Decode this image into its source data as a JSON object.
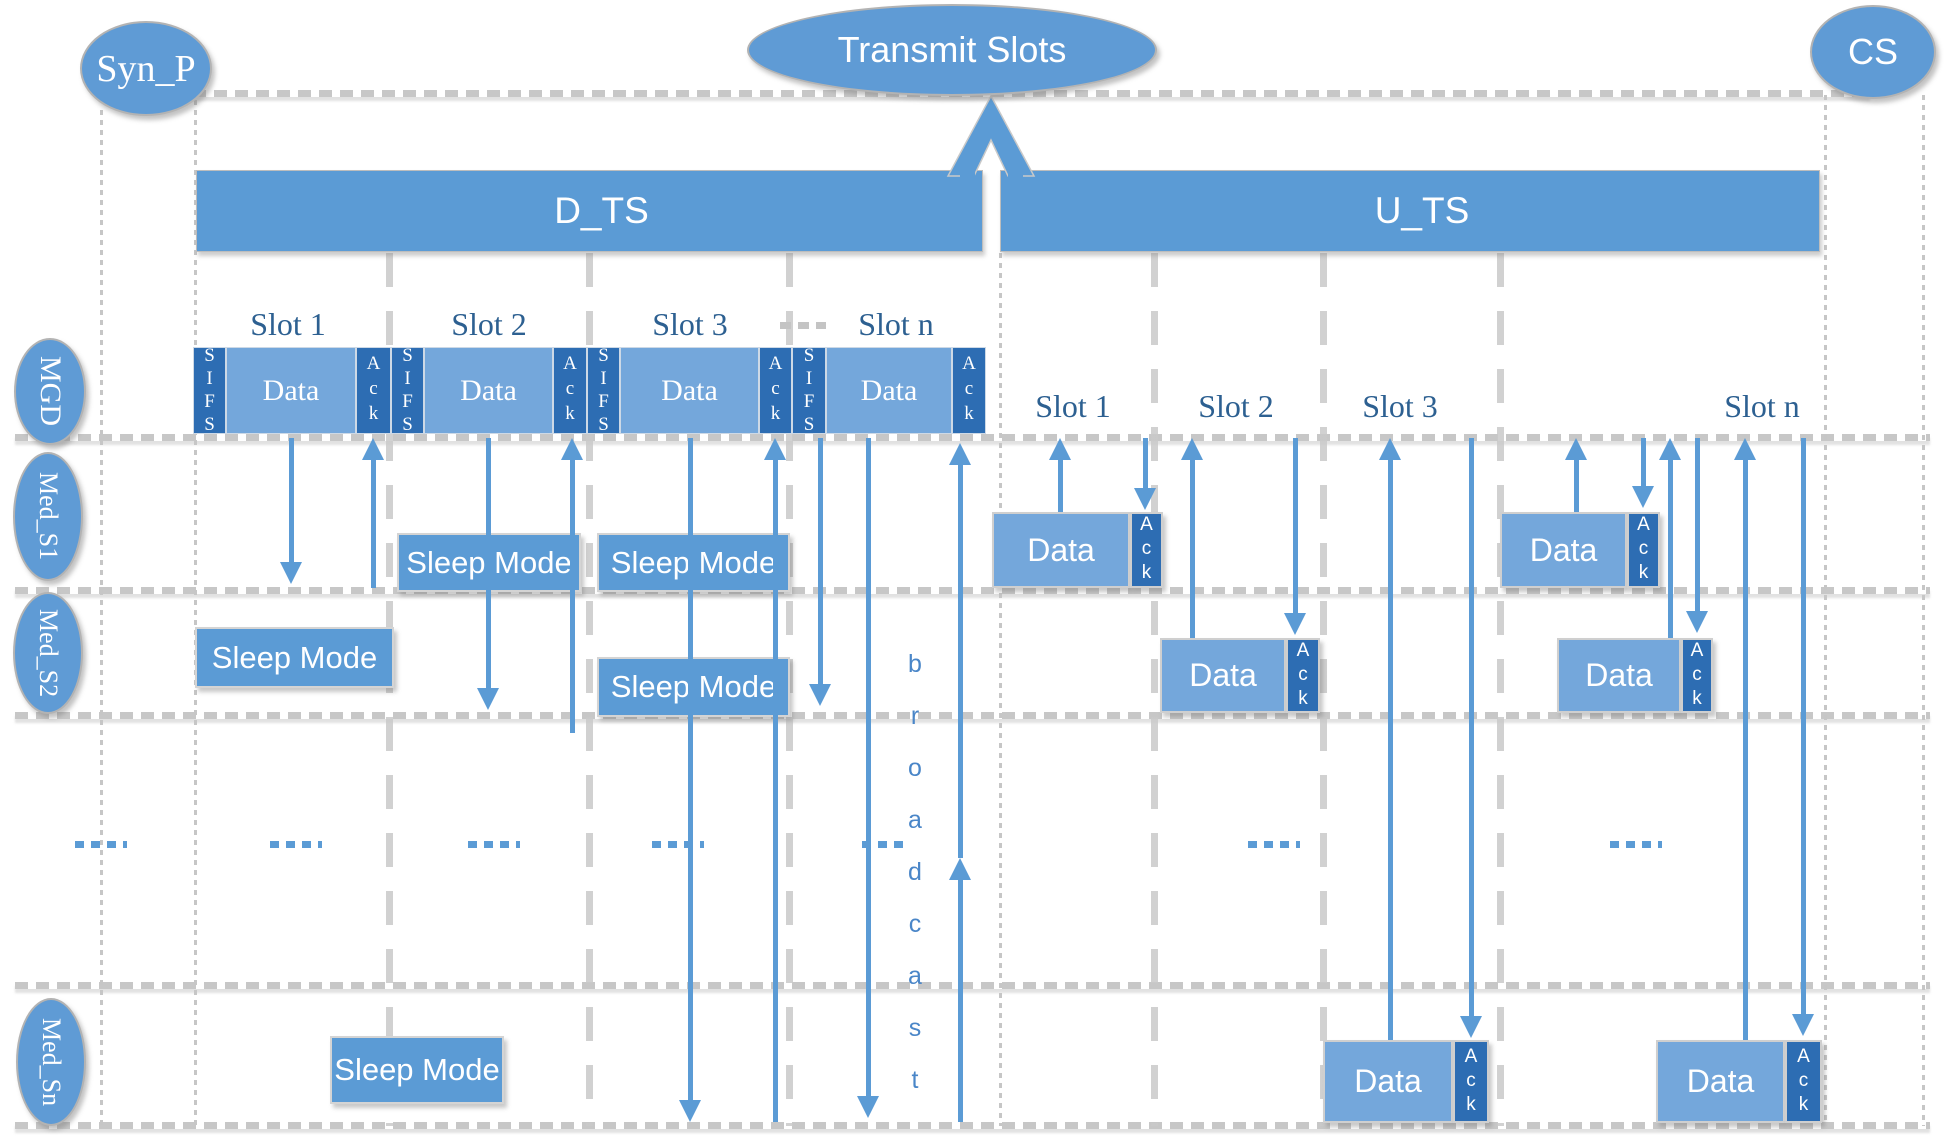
{
  "nodes": {
    "syn_p": "Syn_P",
    "transmit_slots": "Transmit Slots",
    "cs": "CS"
  },
  "lanes": {
    "mgd": "MGD",
    "med_s1": "Med_S1",
    "med_s2": "Med_S2",
    "med_sn": "Med_Sn"
  },
  "bars": {
    "dts_label": "D_TS",
    "uts_label": "U_TS"
  },
  "dts": {
    "slot_labels": [
      "Slot 1",
      "Slot 2",
      "Slot 3",
      "Slot n"
    ]
  },
  "uts": {
    "slot_labels": [
      "Slot 1",
      "Slot 2",
      "Slot 3",
      "Slot n"
    ]
  },
  "blocks": {
    "sifs": "SIFS",
    "data": "Data",
    "ack": "Ack"
  },
  "sleep_label": "Sleep Mode",
  "broadcast_label": "broadcast",
  "colors": {
    "accent_blue": "#5b9bd5",
    "data_light_blue": "#74a7db",
    "block_dark_blue": "#2d6db3",
    "slot_label_blue": "#2d6091",
    "broadcast_blue": "#4a86c8",
    "guide_gray": "#c7c7c7"
  }
}
